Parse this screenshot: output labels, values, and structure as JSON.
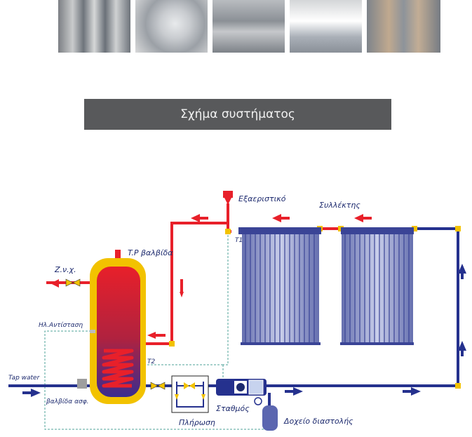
{
  "banner": {
    "title": "Σχήμα συστήματος"
  },
  "photos": [
    {
      "alt": "vacuum tubes closeup"
    },
    {
      "alt": "hand holding tube"
    },
    {
      "alt": "tube manifold"
    },
    {
      "alt": "controller unit"
    },
    {
      "alt": "hands installing tubes"
    }
  ],
  "labels": {
    "vent": "Εξαεριστικό",
    "collector": "Συλλέκτης",
    "t1": "T1",
    "tp_valve": "T.P βαλβίδα",
    "hot_water": "Z.ν.χ.",
    "heater": "Ηλ.Αντίσταση",
    "t2": "T2",
    "tap_water": "Tap water",
    "safety_valve": "βαλβίδα ασφ.",
    "station": "Σταθμός",
    "fill": "Πλήρωση",
    "expansion_tank": "Δοχείο διαστολής"
  },
  "colors": {
    "hot_pipe": "#e8202a",
    "cold_pipe": "#25318e",
    "tank_shell": "#f2c200",
    "collector": "#6f7ab8"
  }
}
